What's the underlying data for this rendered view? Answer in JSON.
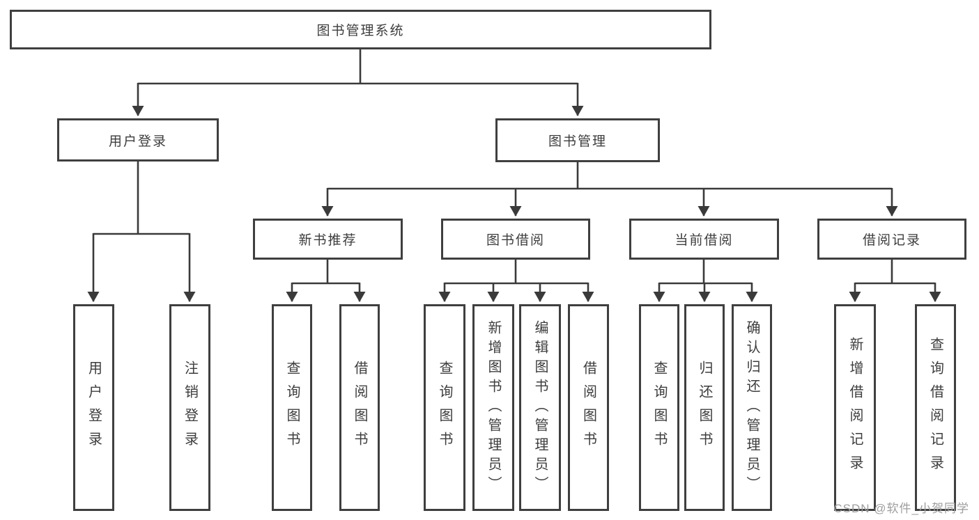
{
  "diagram_type": "functional-structure-tree",
  "tree": {
    "root": "图书管理系统",
    "branches": [
      {
        "label": "用户登录",
        "children": [
          "用户登录",
          "注销登录"
        ]
      },
      {
        "label": "图书管理",
        "groups": [
          {
            "label": "新书推荐",
            "children": [
              "查询图书",
              "借阅图书"
            ]
          },
          {
            "label": "图书借阅",
            "children": [
              "查询图书",
              "新增图书（管理员）",
              "编辑图书（管理员）",
              "借阅图书"
            ]
          },
          {
            "label": "当前借阅",
            "children": [
              "查询图书",
              "归还图书",
              "确认归还（管理员）"
            ]
          },
          {
            "label": "借阅记录",
            "children": [
              "新增借阅记录",
              "查询借阅记录"
            ]
          }
        ]
      }
    ]
  },
  "watermark": {
    "text": "CSDN @软件_小贺同学"
  },
  "colors": {
    "line": "#3a3a3a",
    "box_border": "#3f3f3f",
    "text": "#3d3d3d",
    "watermark": "#9e9e9e",
    "background": "#ffffff"
  }
}
